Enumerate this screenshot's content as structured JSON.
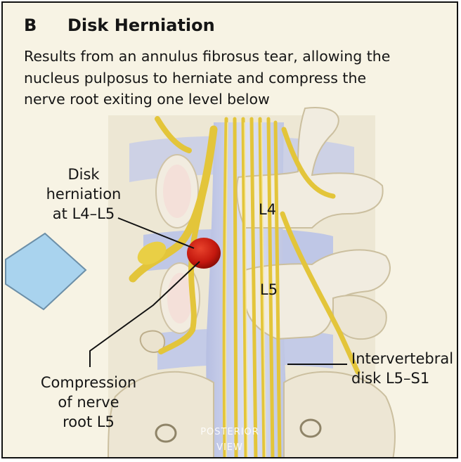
{
  "panel": {
    "letter": "B",
    "title": "Disk Herniation",
    "caption_lines": [
      "Results from an annulus fibrosus tear, allowing the",
      "nucleus pulposus to herniate and compress the",
      "nerve root exiting one level below"
    ]
  },
  "labels": {
    "herniation": [
      "Disk",
      "herniation",
      "at L4–L5"
    ],
    "l4": "L4",
    "l5": "L5",
    "intervertebral": [
      "Intervertebral",
      "disk L5–S1"
    ],
    "compression": [
      "Compression",
      "of nerve",
      "root L5"
    ],
    "view": [
      "POSTERIOR",
      "VIEW"
    ]
  },
  "colors": {
    "background": "#f7f3e4",
    "bone": "#ece6d2",
    "nerve": "#e9cf45",
    "dura": "#c4cbe6",
    "herniation": "#c4180e",
    "arrow": "#a9d3ee"
  }
}
